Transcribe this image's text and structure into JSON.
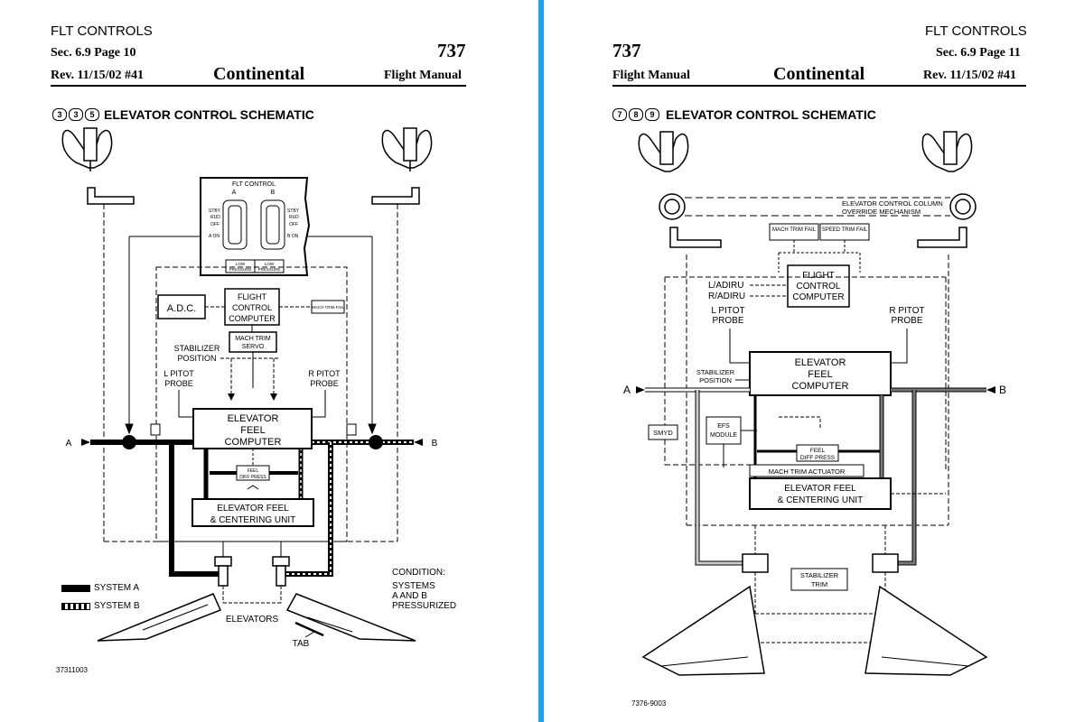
{
  "left_page": {
    "section_label": "FLT CONTROLS",
    "sec_page": "Sec. 6.9 Page 10",
    "model": "737",
    "revision": "Rev. 11/15/02  #41",
    "airline": "Continental",
    "manual": "Flight Manual",
    "figure_badges": [
      "3",
      "3",
      "5"
    ],
    "figure_title": "ELEVATOR CONTROL SCHEMATIC",
    "labels": {
      "flt_control": "FLT CONTROL",
      "a": "A",
      "b": "B",
      "stby": "STBY",
      "rud": "RUD",
      "off": "OFF",
      "a_on": "A ON",
      "b_on": "B ON",
      "low": "LOW",
      "pressure": "PRESSURE",
      "adc": "A.D.C.",
      "flight": "FLIGHT",
      "control": "CONTROL",
      "computer": "COMPUTER",
      "mach_trim_fail": "MACH TRIM FAIL",
      "mach_trim": "MACH TRIM",
      "servo": "SERVO",
      "stabilizer": "STABILIZER",
      "position": "POSITION",
      "l_pitot": "L PITOT",
      "r_pitot": "R PITOT",
      "probe": "PROBE",
      "elevator": "ELEVATOR",
      "feel": "FEEL",
      "diff_press": "DIFF PRESS",
      "elevator_feel": "ELEVATOR FEEL",
      "centering_unit": "& CENTERING UNIT",
      "elevators": "ELEVATORS",
      "tab": "TAB",
      "condition": "CONDITION:",
      "systems": "SYSTEMS",
      "a_and_b": "A AND B",
      "pressurized": "PRESSURIZED"
    },
    "legend": [
      "SYSTEM A",
      "SYSTEM B"
    ],
    "figure_number": "37311003"
  },
  "right_page": {
    "section_label": "FLT CONTROLS",
    "sec_page": "Sec. 6.9 Page 11",
    "model": "737",
    "revision": "Rev. 11/15/02  #41",
    "airline": "Continental",
    "manual": "Flight Manual",
    "figure_badges": [
      "7",
      "8",
      "9"
    ],
    "figure_title": "ELEVATOR CONTROL SCHEMATIC",
    "labels": {
      "override_1": "ELEVATOR CONTROL COLUMN",
      "override_2": "OVERRIDE MECHANISM",
      "mach_trim_fail": "MACH TRIM FAIL",
      "speed_trim_fail": "SPEED TRIM FAIL",
      "flight": "FLIGHT",
      "control": "CONTROL",
      "computer": "COMPUTER",
      "l_adiru": "L/ADIRU",
      "r_adiru": "R/ADIRU",
      "l_pitot": "L PITOT",
      "r_pitot": "R PITOT",
      "probe": "PROBE",
      "stabilizer": "STABILIZER",
      "position": "POSITION",
      "elevator": "ELEVATOR",
      "feel": "FEEL",
      "a": "A",
      "b": "B",
      "smyd": "SMYD",
      "efs": "EFS",
      "module": "MODULE",
      "diff_press": "DIFF PRESS",
      "mach_trim_actuator": "MACH TRIM ACTUATOR",
      "elevator_feel": "ELEVATOR FEEL",
      "centering_unit": "& CENTERING UNIT",
      "stab": "STABILIZER",
      "trim": "TRIM"
    },
    "figure_number": "7376-9003"
  }
}
